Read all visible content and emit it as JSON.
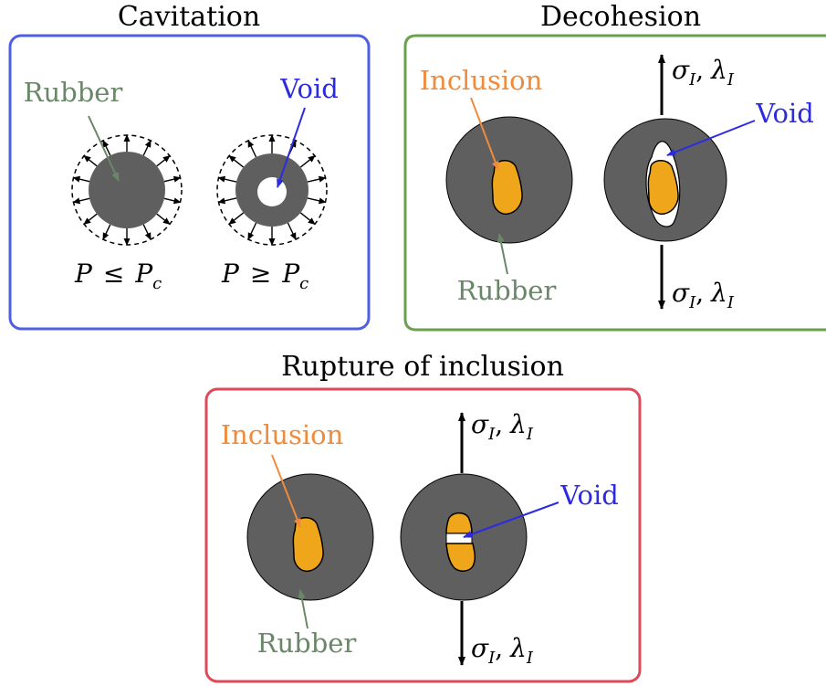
{
  "colors": {
    "rubber": "#5f5f5f",
    "inclusion": "#efa61b",
    "void_fill": "#ffffff",
    "rubber_label": "#6b8769",
    "inclusion_label": "#ef8b3c",
    "void_label": "#2d2be0",
    "cavitation_border": "#4f5fe0",
    "decohesion_border": "#6aa24c",
    "rupture_border": "#de4a58"
  },
  "panels": {
    "cavitation": {
      "title": "Cavitation",
      "rubber_label": "Rubber",
      "void_label": "Void",
      "condition_left": {
        "lhs": "P",
        "op": "≤",
        "rhs": "P",
        "rhs_sub": "c"
      },
      "condition_right": {
        "lhs": "P",
        "op": "≥",
        "rhs": "P",
        "rhs_sub": "c"
      }
    },
    "decohesion": {
      "title": "Decohesion",
      "inclusion_label": "Inclusion",
      "rubber_label": "Rubber",
      "void_label": "Void",
      "load_top": {
        "sigma": "σ",
        "sigma_sub": "I",
        "sep": ",",
        "lambda": "λ",
        "lambda_sub": "I"
      },
      "load_bottom": {
        "sigma": "σ",
        "sigma_sub": "I",
        "sep": ",",
        "lambda": "λ",
        "lambda_sub": "I"
      }
    },
    "rupture": {
      "title": "Rupture of inclusion",
      "inclusion_label": "Inclusion",
      "rubber_label": "Rubber",
      "void_label": "Void",
      "load_top": {
        "sigma": "σ",
        "sigma_sub": "I",
        "sep": ",",
        "lambda": "λ",
        "lambda_sub": "I"
      },
      "load_bottom": {
        "sigma": "σ",
        "sigma_sub": "I",
        "sep": ",",
        "lambda": "λ",
        "lambda_sub": "I"
      }
    }
  }
}
